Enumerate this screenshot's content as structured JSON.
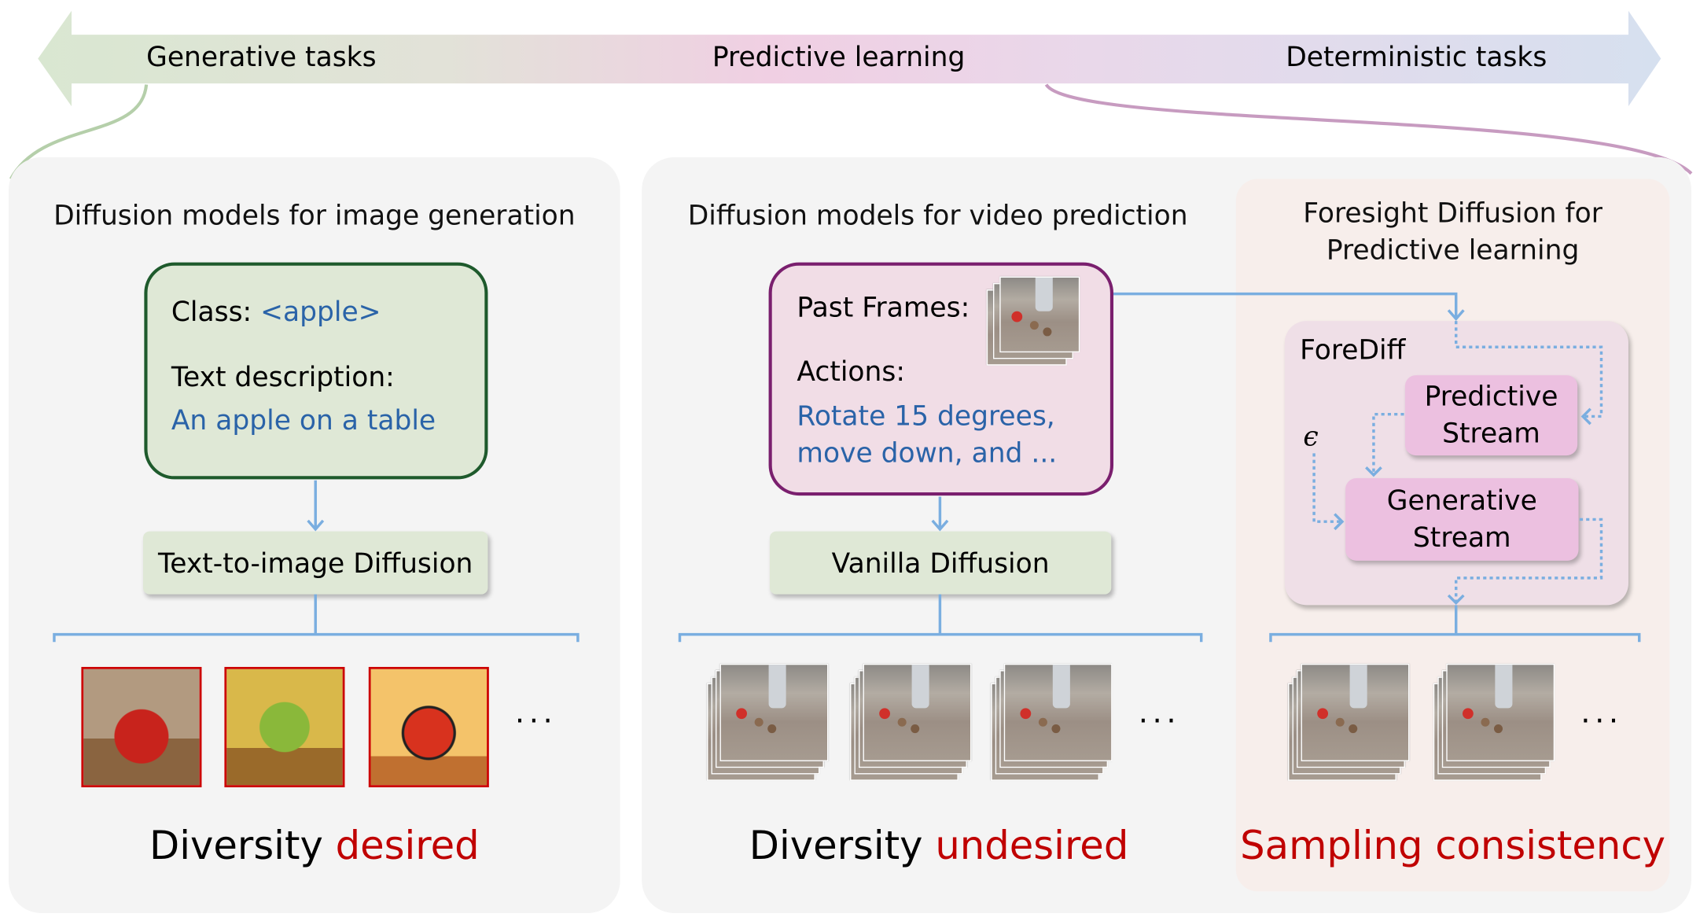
{
  "top_arrow": {
    "generative": "Generative tasks",
    "predictive": "Predictive learning",
    "deterministic": "Deterministic tasks"
  },
  "image_gen": {
    "title": "Diffusion models for image generation",
    "class_label": "Class:",
    "class_value": "<apple>",
    "text_label": "Text description:",
    "text_value": "An apple on a table",
    "model": "Text-to-image Diffusion",
    "ellipsis": "...",
    "diversity": "Diversity",
    "diversity_state": "desired"
  },
  "video_pred": {
    "title": "Diffusion models for video prediction",
    "past_frames_label": "Past Frames:",
    "actions_label": "Actions:",
    "actions_value_1": "Rotate 15 degrees,",
    "actions_value_2": "move down, and ...",
    "model": "Vanilla Diffusion",
    "ellipsis": "...",
    "diversity": "Diversity",
    "diversity_state": "undesired"
  },
  "forediff": {
    "title_1": "Foresight Diffusion for",
    "title_2": "Predictive learning",
    "box_label": "ForeDiff",
    "predictive_1": "Predictive",
    "predictive_2": "Stream",
    "generative_1": "Generative",
    "generative_2": "Stream",
    "epsilon": "ϵ",
    "ellipsis": "...",
    "result": "Sampling consistency"
  },
  "colors": {
    "accent_red": "#c00000",
    "accent_blue": "#2a63a8",
    "line_blue": "#7aaee0"
  }
}
